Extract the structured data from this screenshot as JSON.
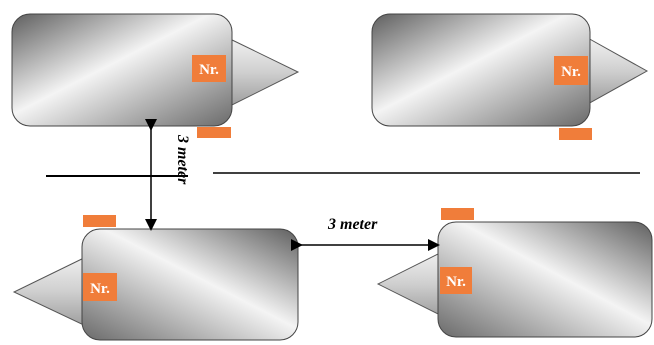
{
  "vehicles": [
    {
      "id": "top-left",
      "label": "Nr.",
      "direction": "right"
    },
    {
      "id": "top-right",
      "label": "Nr.",
      "direction": "right"
    },
    {
      "id": "bottom-left",
      "label": "Nr.",
      "direction": "left"
    },
    {
      "id": "bottom-right",
      "label": "Nr.",
      "direction": "left"
    }
  ],
  "distances": {
    "vertical": "3 meter",
    "horizontal": "3 meter"
  },
  "colors": {
    "tag": "#f07d3a",
    "body_light": "#f4f4f4",
    "body_dark": "#6e6e6e",
    "outline": "#444444",
    "line": "#000000"
  }
}
